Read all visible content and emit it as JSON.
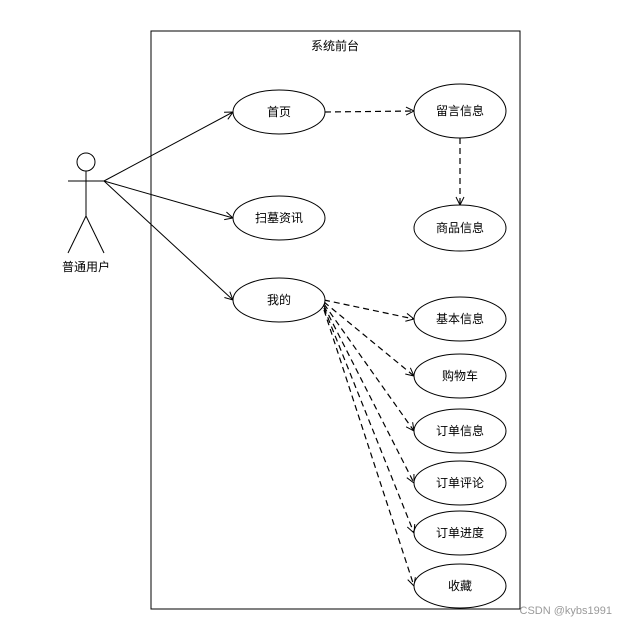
{
  "system": {
    "title": "系统前台"
  },
  "actor": {
    "label": "普通用户"
  },
  "use_cases": {
    "home": "首页",
    "news": "扫墓资讯",
    "mine": "我的",
    "messages": "留言信息",
    "products": "商品信息",
    "basic_info": "基本信息",
    "cart": "购物车",
    "order_info": "订单信息",
    "order_review": "订单评论",
    "order_progress": "订单进度",
    "favorites": "收藏"
  },
  "watermark": "CSDN @kybs1991"
}
